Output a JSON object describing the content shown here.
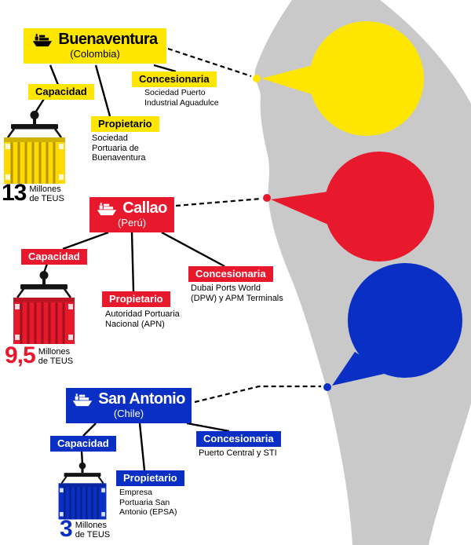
{
  "palette": {
    "yellow": "#ffe600",
    "red": "#e8192c",
    "blue": "#0a2fc4",
    "map_gray": "#c9c9c9",
    "connector": "#000000"
  },
  "ports": [
    {
      "name": "Buenaventura",
      "country": "(Colombia)",
      "capacity": {
        "label": "Capacidad",
        "value": "13",
        "unit_lines": [
          "Millones",
          "de TEUS"
        ]
      },
      "owner": {
        "label": "Propietario",
        "lines": [
          "Sociedad",
          "Portuaria de",
          "Buenaventura"
        ]
      },
      "concession": {
        "label": "Concesionaria",
        "lines": [
          "Sociedad Puerto",
          "Industrial Aguadulce"
        ]
      }
    },
    {
      "name": "Callao",
      "country": "(Perú)",
      "capacity": {
        "label": "Capacidad",
        "value": "9,5",
        "unit_lines": [
          "Millones",
          "de TEUS"
        ]
      },
      "owner": {
        "label": "Propietario",
        "lines": [
          "Autoridad Portuaria",
          "Nacional (APN)"
        ]
      },
      "concession": {
        "label": "Concesionaria",
        "lines": [
          "Dubai Ports World",
          "(DPW) y APM Terminals"
        ]
      }
    },
    {
      "name": "San Antonio",
      "country": "(Chile)",
      "capacity": {
        "label": "Capacidad",
        "value": "3",
        "unit_lines": [
          "Millones",
          "de TEUS"
        ]
      },
      "owner": {
        "label": "Propietario",
        "lines": [
          "Empresa",
          "Portuaria San",
          "Antonio (EPSA)"
        ]
      },
      "concession": {
        "label": "Concesionaria",
        "lines": [
          "Puerto Central y STI"
        ]
      }
    }
  ]
}
